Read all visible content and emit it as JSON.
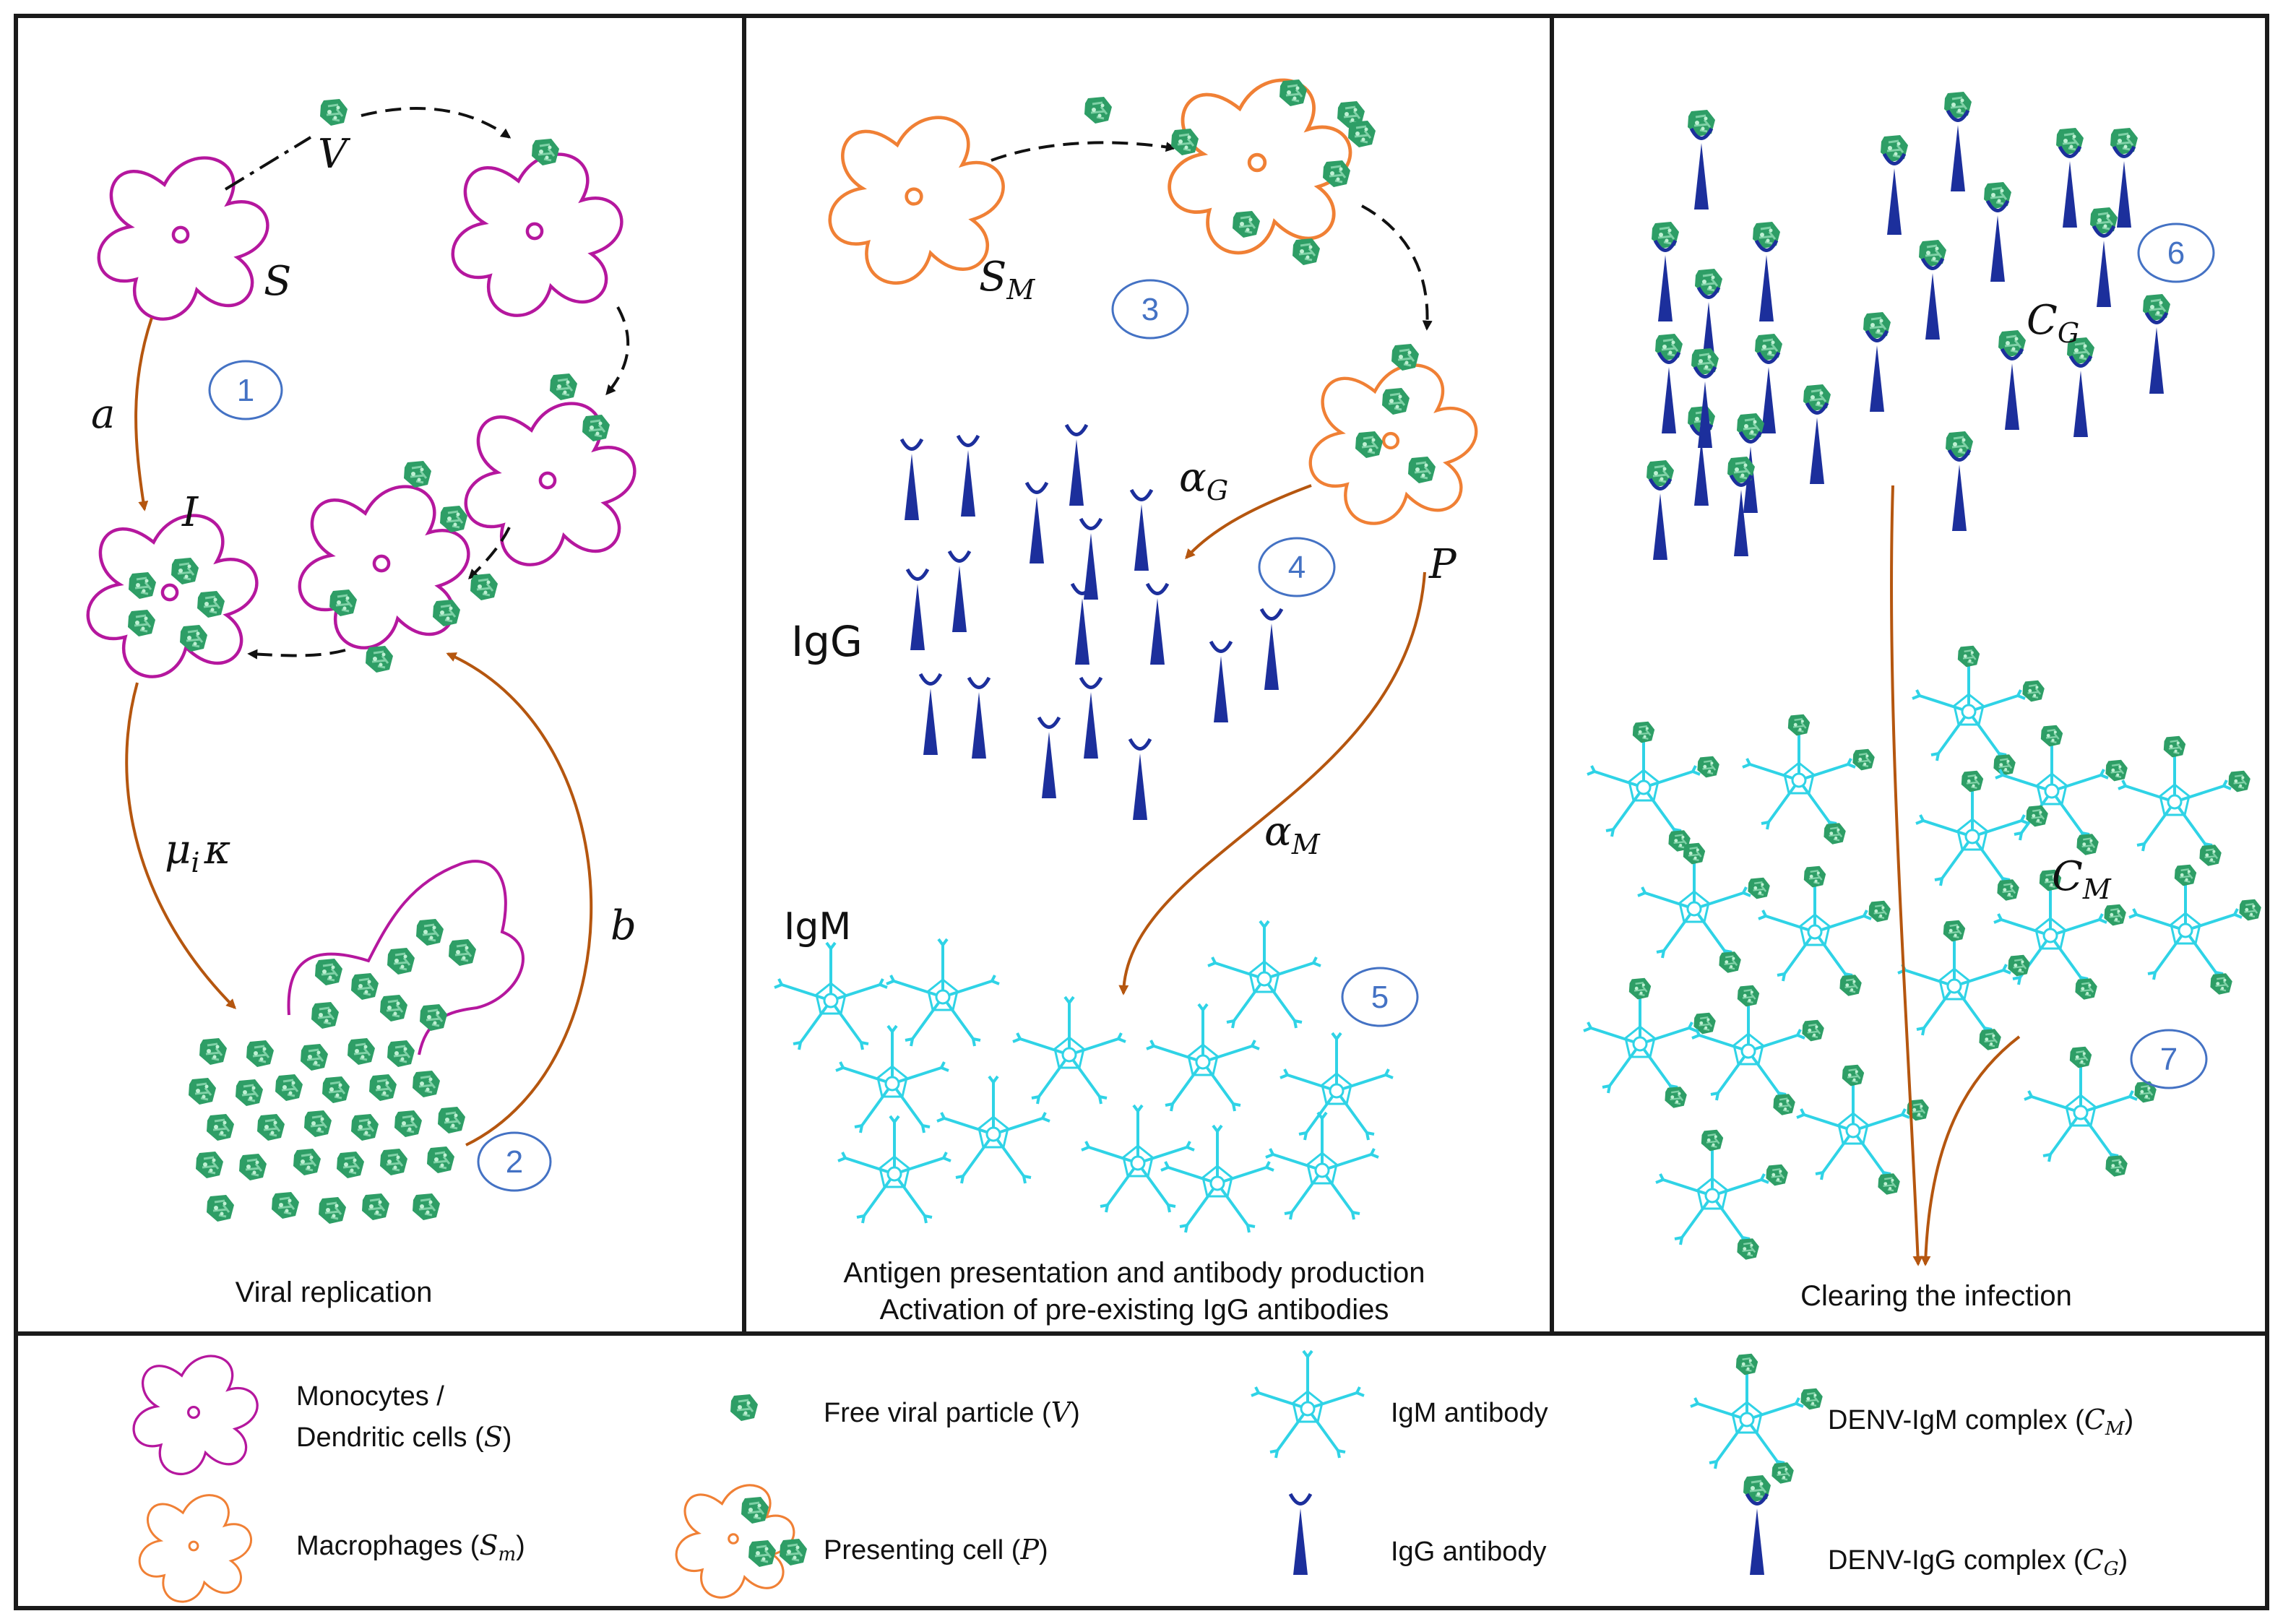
{
  "colors": {
    "monocyte": "#b5179e",
    "macrophage": "#f08035",
    "virus": "#2e9e66",
    "igm": "#2fd3e6",
    "igg": "#1c2f9c",
    "arrow_brown": "#b5560f",
    "step_circle": "#4472c4"
  },
  "panel1": {
    "caption": "Viral replication",
    "label_S": "S",
    "label_V": "V",
    "label_I": "I",
    "rate_a": "a",
    "rate_mu_kappa": "μ",
    "rate_mu_sub": "i",
    "rate_kappa": "κ",
    "rate_b": "b",
    "step1": "1",
    "step2": "2"
  },
  "panel2": {
    "label_SM": "S",
    "label_SM_sub": "M",
    "label_P": "P",
    "rate_alphaG": "α",
    "rate_alphaG_sub": "G",
    "rate_alphaM": "α",
    "rate_alphaM_sub": "M",
    "igg_label": "IgG",
    "igm_label": "IgM",
    "step3": "3",
    "step4": "4",
    "step5": "5",
    "caption_line1": "Antigen presentation and antibody production",
    "caption_line2": "Activation of pre-existing IgG antibodies"
  },
  "panel3": {
    "label_CG": "C",
    "label_CG_sub": "G",
    "label_CM": "C",
    "label_CM_sub": "M",
    "step6": "6",
    "step7": "7",
    "caption": "Clearing the infection"
  },
  "legend": {
    "monocytes_line1": "Monocytes /",
    "monocytes_line2": "Dendritic cells (",
    "monocytes_sym": "S",
    "macrophages": "Macrophages (",
    "macrophages_sym": "S",
    "macrophages_sub": "m",
    "free_viral": "Free viral particle (",
    "free_viral_sym": "V",
    "presenting": "Presenting cell (",
    "presenting_sym": "P",
    "igm_antibody": "IgM antibody",
    "igg_antibody": "IgG antibody",
    "denv_igm": "DENV-IgM complex (",
    "denv_igm_sym": "C",
    "denv_igm_sub": "M",
    "denv_igg": "DENV-IgG complex (",
    "denv_igg_sym": "C",
    "denv_igg_sub": "G",
    "close_paren": ")"
  }
}
